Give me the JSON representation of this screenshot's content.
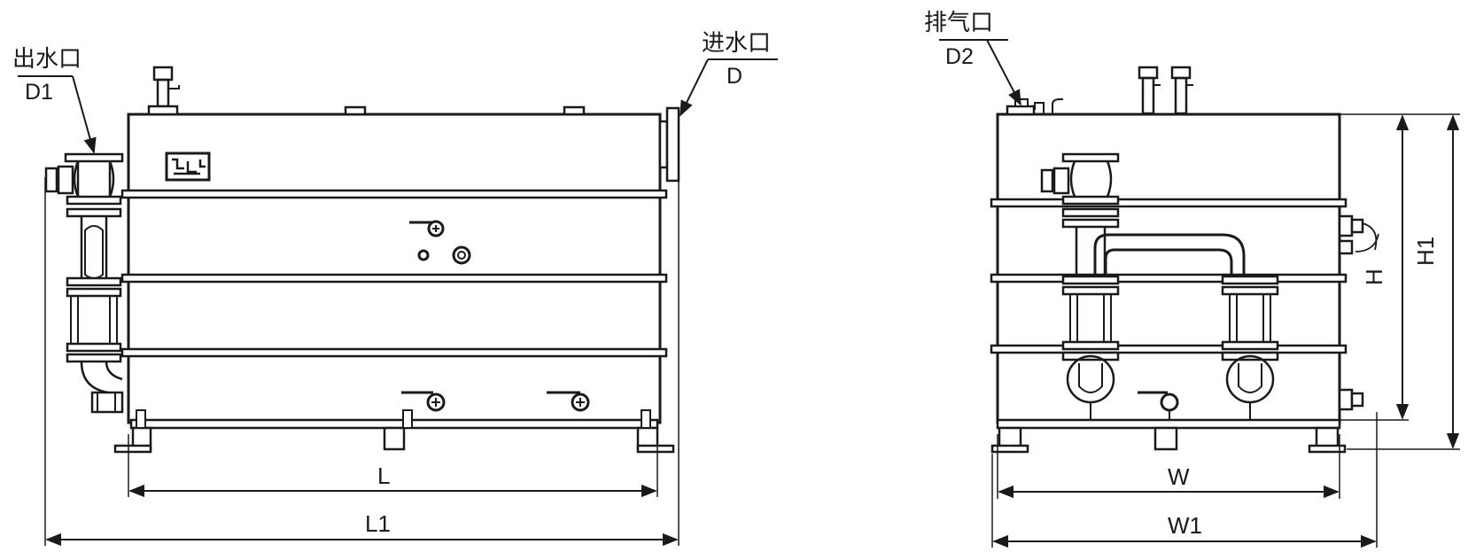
{
  "front_view": {
    "outlet_label": "出水口",
    "outlet_code": "D1",
    "inlet_label": "进水口",
    "inlet_code": "D",
    "dim_length": "L",
    "dim_length_overall": "L1"
  },
  "side_view": {
    "vent_label": "排气口",
    "vent_code": "D2",
    "dim_height": "H",
    "dim_height_overall": "H1",
    "dim_width": "W",
    "dim_width_overall": "W1"
  }
}
